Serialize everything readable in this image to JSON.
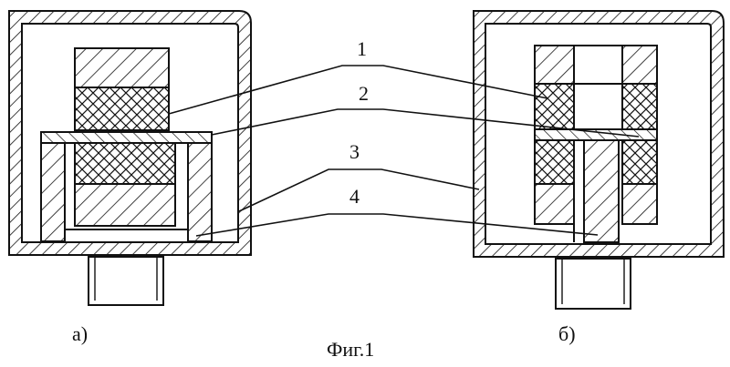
{
  "labels": {
    "part_1": "1",
    "part_2": "2",
    "part_3": "3",
    "part_4": "4",
    "variant_a": "а)",
    "variant_b": "б)",
    "caption": "Фиг.1"
  },
  "colors": {
    "ink": "#111111",
    "paper": "#ffffff"
  }
}
